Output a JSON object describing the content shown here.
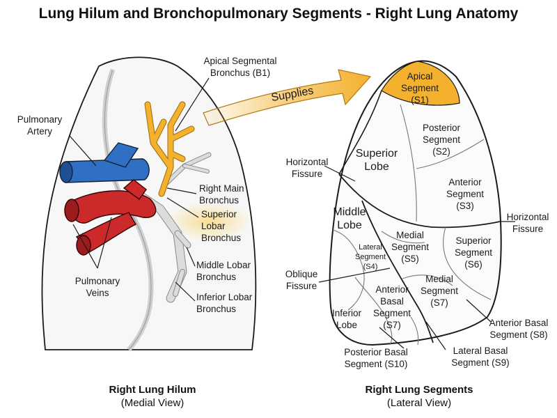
{
  "title": "Lung Hilum and Bronchopulmonary Segments - Right Lung Anatomy",
  "colors": {
    "artery": "#2f6fc4",
    "vein": "#cc2a2a",
    "highlight": "#f3b12e",
    "bronchus": "#d9d9d9",
    "outline": "#1a1a1a"
  },
  "arrow": {
    "label": "Supplies"
  },
  "hilum": {
    "caption": "Right Lung Hilum",
    "subcaption": "(Medial View)",
    "labels": {
      "pulmonary_artery": [
        "Pulmonary",
        "Artery"
      ],
      "pulmonary_veins": [
        "Pulmonary",
        "Veins"
      ],
      "apical_bronchus": [
        "Apical Segmental",
        "Bronchus (B1)"
      ],
      "right_main_bronchus": [
        "Right Main",
        "Bronchus"
      ],
      "superior_lobar_bronchus": [
        "Superior",
        "Lobar",
        "Bronchus"
      ],
      "middle_lobar_bronchus": [
        "Middle Lobar",
        "Bronchus"
      ],
      "inferior_lobar_bronchus": [
        "Inferior Lobar",
        "Bronchus"
      ]
    }
  },
  "segments": {
    "caption": "Right Lung Segments",
    "subcaption": "(Lateral View)",
    "lobes": {
      "superior": [
        "Superior",
        "Lobe"
      ],
      "middle": [
        "Middle",
        "Lobe"
      ],
      "inferior": [
        "Inferior",
        "Lobe"
      ]
    },
    "fissures": {
      "horizontal_left": [
        "Horizontal",
        "Fissure"
      ],
      "horizontal_right": [
        "Horizontal",
        "Fissure"
      ],
      "oblique": [
        "Oblique",
        "Fissure"
      ]
    },
    "labels": {
      "s1": [
        "Apical",
        "Segment",
        "(S1)"
      ],
      "s2": [
        "Posterior",
        "Segment",
        "(S2)"
      ],
      "s3": [
        "Anterior",
        "Segment",
        "(S3)"
      ],
      "s4": [
        "Lateral",
        "Segment",
        "(S4)"
      ],
      "s5": [
        "Medial",
        "Segment",
        "(S5)"
      ],
      "s6": [
        "Superior",
        "Segment",
        "(S6)"
      ],
      "s7_medial": [
        "Medial",
        "Segment",
        "(S7)"
      ],
      "s7_anterior_basal": [
        "Anterior",
        "Basal",
        "Segment",
        "(S7)"
      ],
      "s8": [
        "Anterior Basal",
        "Segment (S8)"
      ],
      "s9": [
        "Lateral Basal",
        "Segment (S9)"
      ],
      "s10": [
        "Posterior Basal",
        "Segment (S10)"
      ]
    }
  }
}
